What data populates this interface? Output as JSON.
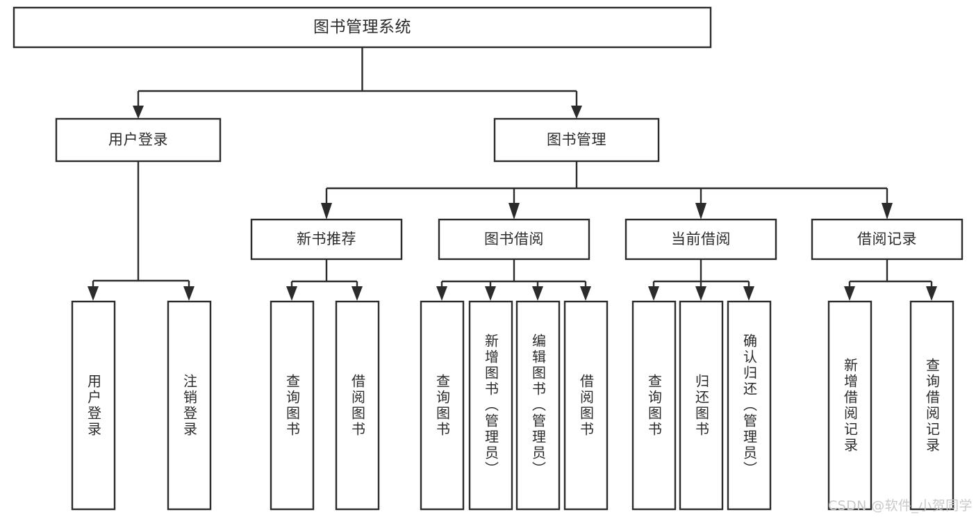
{
  "diagram": {
    "type": "tree-hierarchy",
    "title": "图书管理系统",
    "watermark": "CSDN @软件_小贺同学",
    "colors": {
      "stroke": "#2b2b2b",
      "fill": "#ffffff",
      "text": "#2b2b2b",
      "watermark": "#c9c9c9",
      "background": "#ffffff"
    },
    "levels": {
      "root": {
        "label": "图书管理系统"
      },
      "level2": [
        {
          "id": "user-login",
          "label": "用户登录"
        },
        {
          "id": "book-management",
          "label": "图书管理"
        }
      ],
      "level3": [
        {
          "id": "new-book-recommend",
          "label": "新书推荐"
        },
        {
          "id": "book-borrow",
          "label": "图书借阅"
        },
        {
          "id": "current-borrow",
          "label": "当前借阅"
        },
        {
          "id": "borrow-record",
          "label": "借阅记录"
        }
      ],
      "leaves": [
        {
          "id": "leaf-user-login",
          "label": "用户登录",
          "parent": "user-login"
        },
        {
          "id": "leaf-logout-login",
          "label": "注销登录",
          "parent": "user-login"
        },
        {
          "id": "leaf-query-book-1",
          "label": "查询图书",
          "parent": "new-book-recommend"
        },
        {
          "id": "leaf-borrow-book-1",
          "label": "借阅图书",
          "parent": "new-book-recommend"
        },
        {
          "id": "leaf-query-book-2",
          "label": "查询图书",
          "parent": "book-borrow"
        },
        {
          "id": "leaf-add-book",
          "label": "新增图书（管理员）",
          "parent": "book-borrow"
        },
        {
          "id": "leaf-edit-book",
          "label": "编辑图书（管理员）",
          "parent": "book-borrow"
        },
        {
          "id": "leaf-borrow-book-2",
          "label": "借阅图书",
          "parent": "book-borrow"
        },
        {
          "id": "leaf-query-book-3",
          "label": "查询图书",
          "parent": "current-borrow"
        },
        {
          "id": "leaf-return-book",
          "label": "归还图书",
          "parent": "current-borrow"
        },
        {
          "id": "leaf-confirm-return",
          "label": "确认归还（管理员）",
          "parent": "current-borrow"
        },
        {
          "id": "leaf-add-record",
          "label": "新增借阅记录",
          "parent": "borrow-record"
        },
        {
          "id": "leaf-query-record",
          "label": "查询借阅记录",
          "parent": "borrow-record"
        }
      ]
    }
  }
}
